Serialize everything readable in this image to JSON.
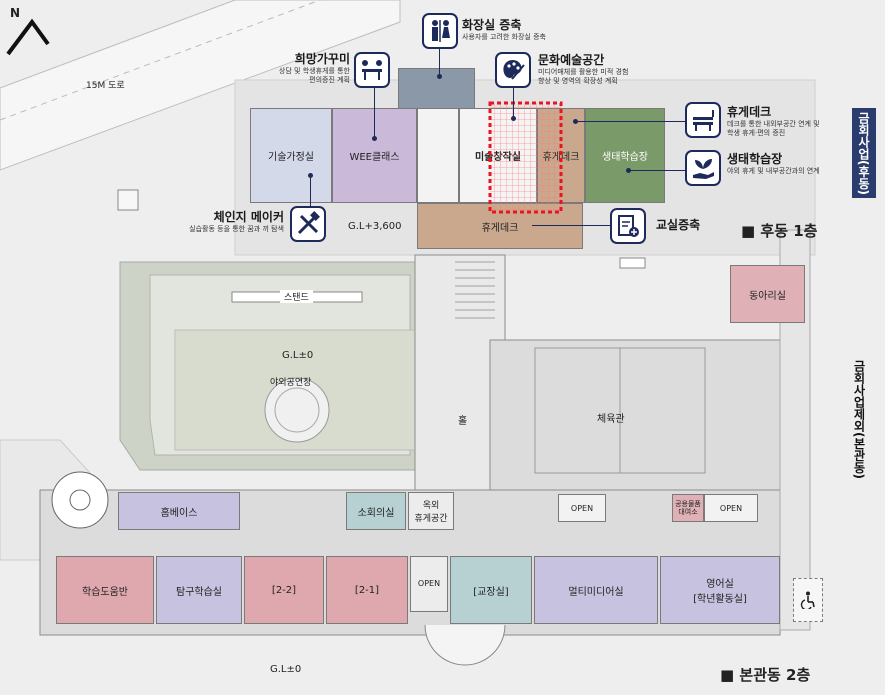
{
  "north_symbol": "N",
  "road_label": "15M 도로",
  "floors": {
    "upper": "■ 후동 1층",
    "lower": "■ 본관동 2층"
  },
  "levels": {
    "upper_gl": "G.L+3,600",
    "middle_gl": "G.L±0",
    "bottom_gl": "G.L±0"
  },
  "side_labels": {
    "top": "금회사업(후동)",
    "right": "금회사업제외(본관동)"
  },
  "callouts": {
    "restroom": {
      "title": "화장실 증축",
      "sub": "사용자를 고려한 화장실 증축"
    },
    "hope": {
      "title": "희망가꾸미",
      "sub1": "상담 및 학생휴게를 통한",
      "sub2": "편의증진 계획"
    },
    "culture": {
      "title": "문화예술공간",
      "sub1": "미디어매체를 활용한 미적 경험",
      "sub2": "향상 및 영역의 확장성 계획"
    },
    "rest_deck": {
      "title": "휴게데크",
      "sub1": "데크를 통한 내외부공간 연계 및",
      "sub2": "학생 휴게·편의 증진"
    },
    "eco": {
      "title": "생태학습장",
      "sub": "야외 휴게 및 내부공간과의 연계"
    },
    "change_maker": {
      "title": "체인지 메이커",
      "sub": "실습활동 등을 통한 꿈과 끼 탐색"
    },
    "classroom_add": {
      "title": "교실증축"
    }
  },
  "rooms_upper": {
    "tech_home": "기술가정실",
    "wee": "WEE클래스",
    "art_creation": "미술창작실",
    "rest_deck_inner": "휴게데크",
    "eco_field": "생태학습장",
    "rest_deck_outer": "휴게데크"
  },
  "site": {
    "stand": "스탠드",
    "outdoor_stage": "야외공연장",
    "club": "동아리실",
    "hall": "홀",
    "gym": "체육관"
  },
  "rooms_lower": {
    "home_base": "홈베이스",
    "small_meeting": "소회의실",
    "roof_rest": "옥외\n휴게공간",
    "open_1": "OPEN",
    "shared_rental": "공용물품\n대여소",
    "open_2": "OPEN",
    "open_3": "OPEN",
    "learning_help": "학습도움반",
    "inquiry": "탐구학습실",
    "class_22": "[2-2]",
    "class_21": "[2-1]",
    "principal": "[교장실]",
    "multimedia": "멀티미디어실",
    "english": "영어실\n[학년활동실]"
  },
  "accessibility_icon": "wheelchair-icon",
  "colors": {
    "navy": "#1e2a5a",
    "sideband": "#2a3b6e",
    "tech_room": "#d4d9ea",
    "wee_room": "#cbb9d9",
    "art_room": "#f2f2f2",
    "eco_green": "#7a9a6a",
    "deck": "#c9a88e",
    "pink_room": "#dfa8ae",
    "teal_room": "#b7d1d3",
    "lavender_room": "#c7c2df",
    "highlight_red": "#e8141e"
  }
}
